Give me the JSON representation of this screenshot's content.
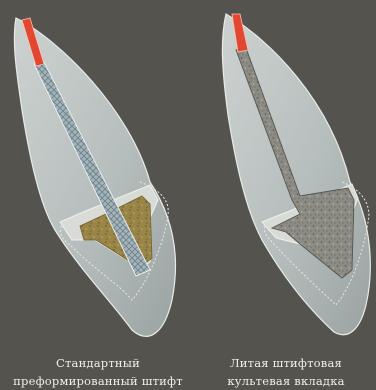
{
  "figures": [
    {
      "caption_line1": "Стандартный",
      "caption_line2": "преформированный штифт",
      "colors": {
        "post": "#9fb1b8",
        "core": "#9a8548",
        "tip": "#e2472f"
      }
    },
    {
      "caption_line1": "Литая штифтовая",
      "caption_line2": "культевая вкладка",
      "colors": {
        "post": "#8c8c84",
        "core": "#8c8c84",
        "tip": "#e2472f"
      }
    }
  ],
  "background": "#55534d"
}
